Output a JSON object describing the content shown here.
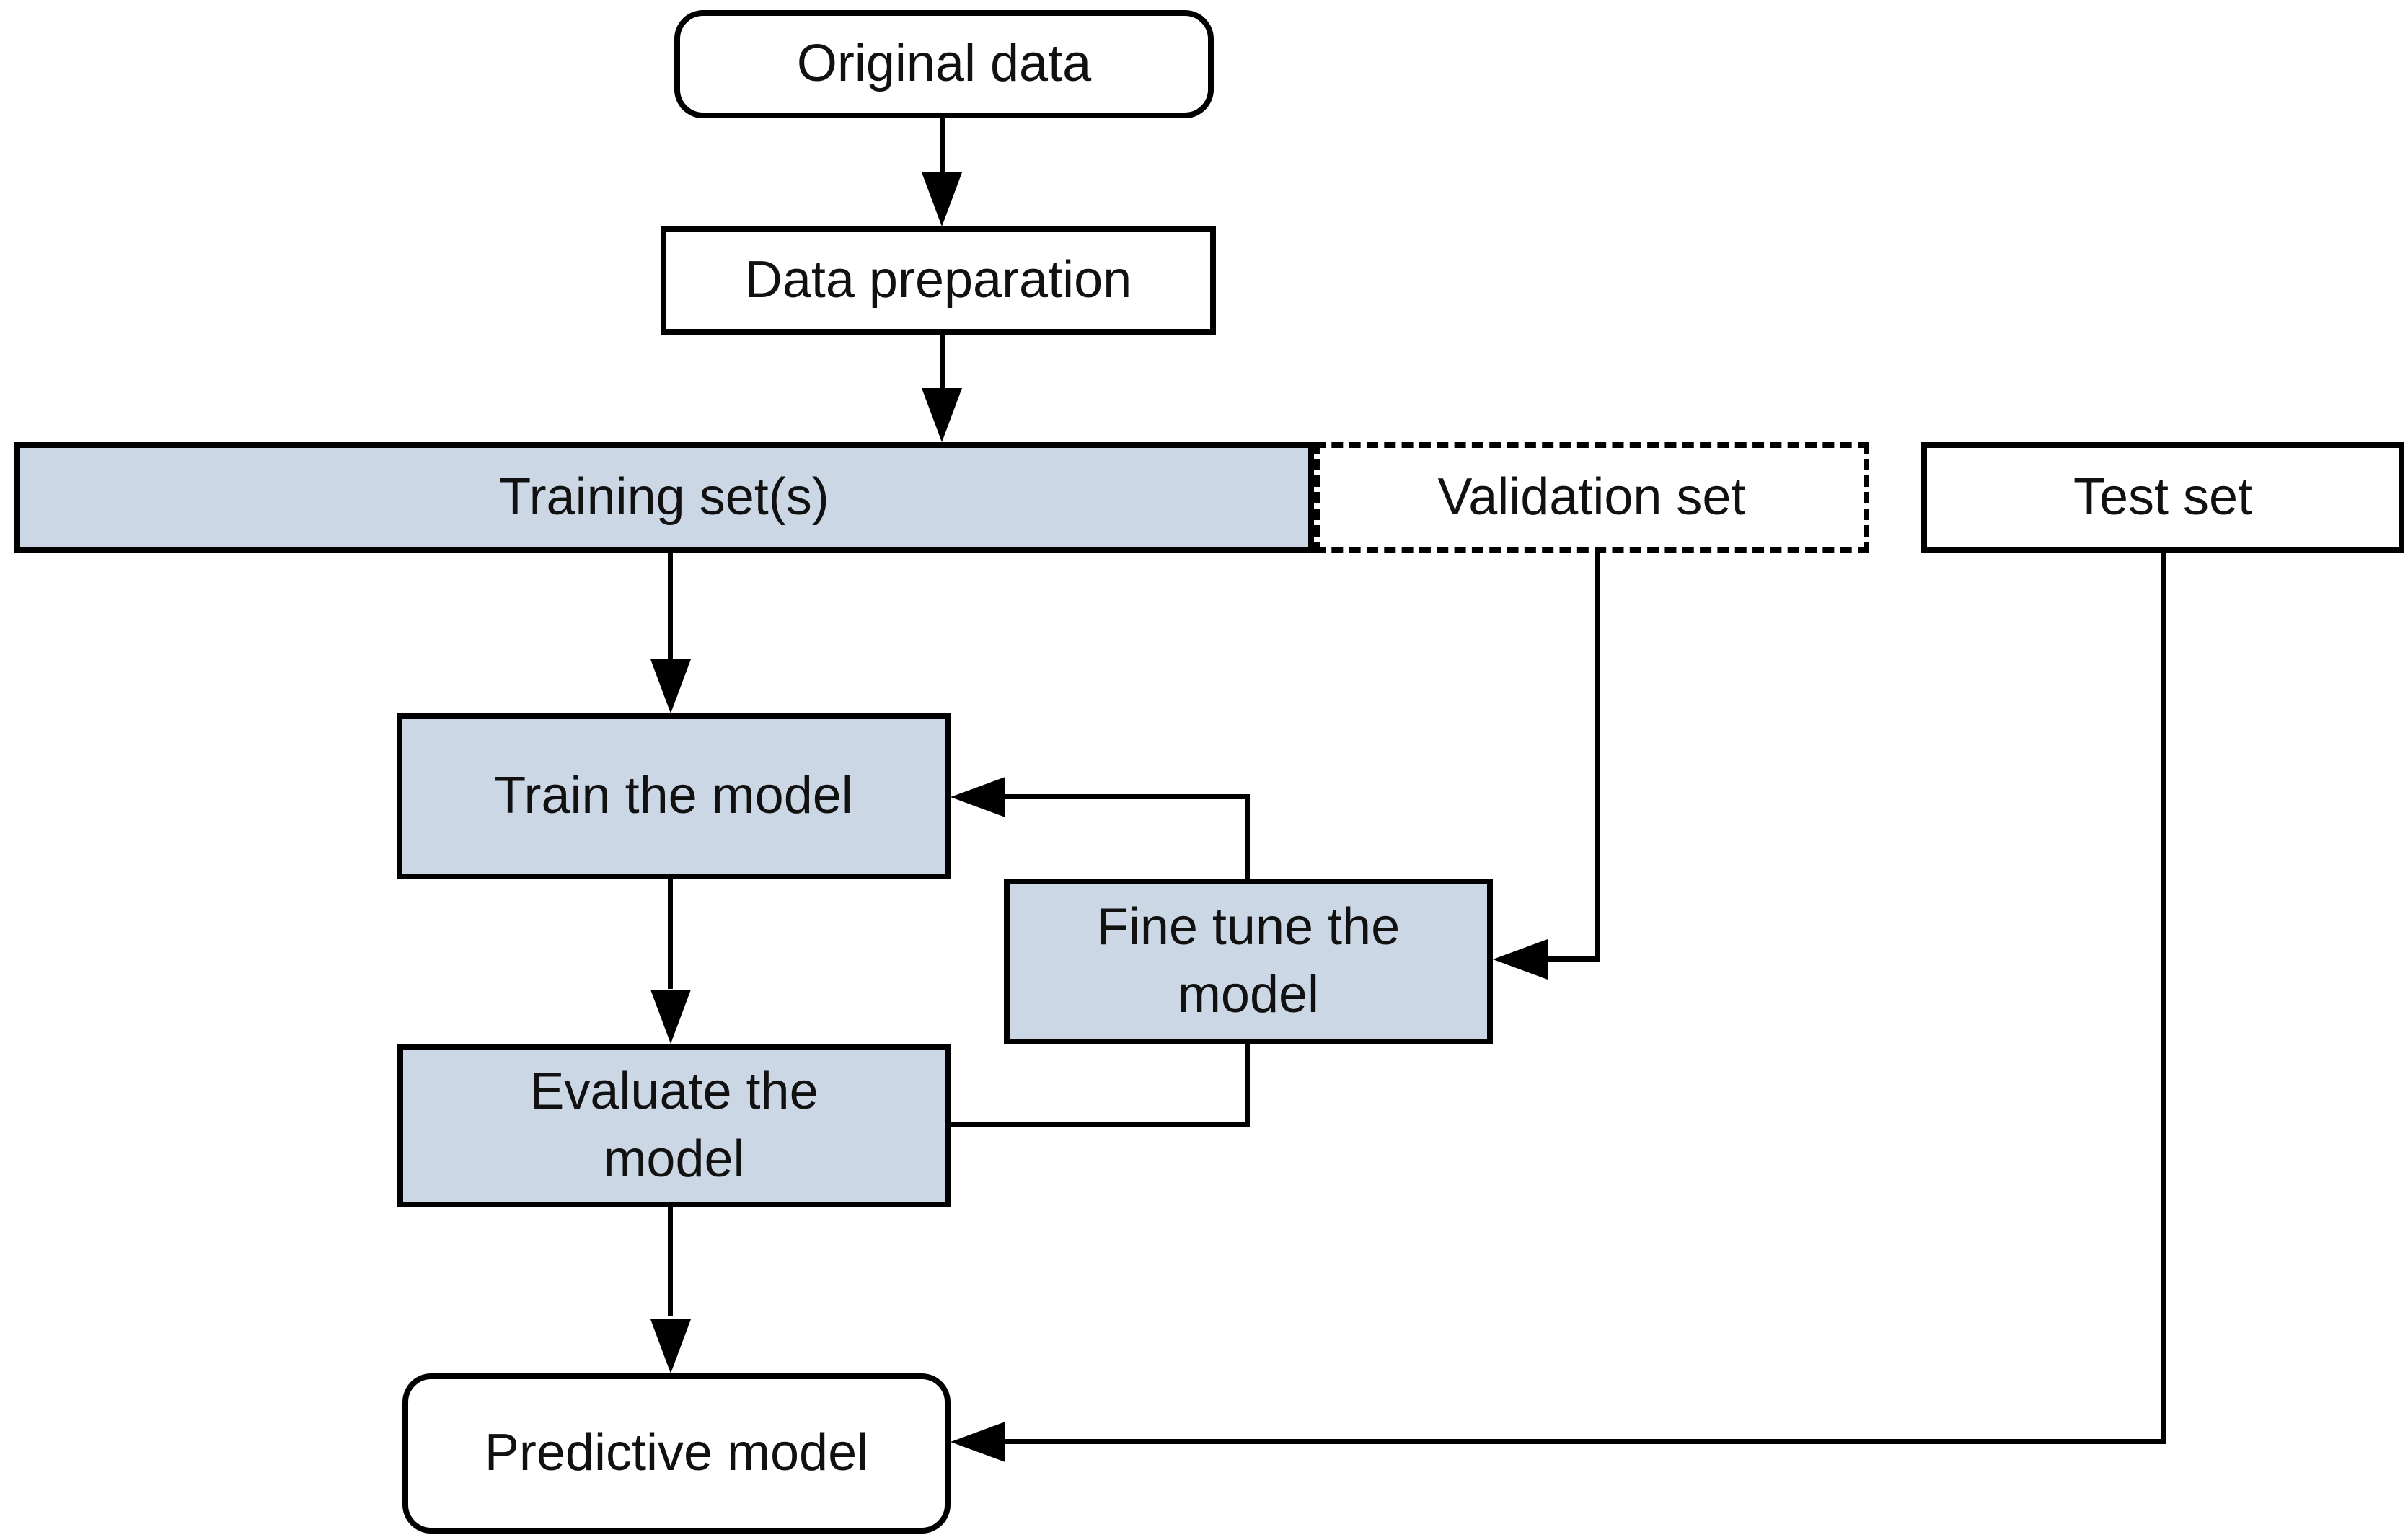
{
  "nodes": {
    "original_data": {
      "label": "Original data"
    },
    "data_preparation": {
      "label": "Data preparation"
    },
    "training_set": {
      "label": "Training set(s)"
    },
    "validation_set": {
      "label": "Validation set"
    },
    "test_set": {
      "label": "Test set"
    },
    "train_model": {
      "label": "Train the model"
    },
    "fine_tune": {
      "label": "Fine tune the model"
    },
    "evaluate_model": {
      "label": "Evaluate the model"
    },
    "predictive_model": {
      "label": "Predictive model"
    }
  },
  "colors": {
    "highlight_fill": "#cbd7e5",
    "plain_fill": "#ffffff",
    "line": "#000000",
    "text": "#111111",
    "background": "#ffffff"
  }
}
